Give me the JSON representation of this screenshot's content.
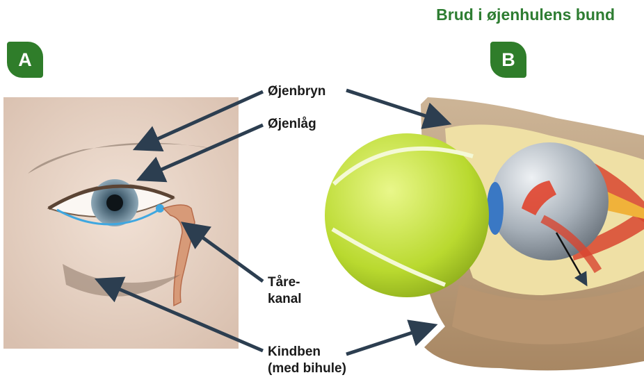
{
  "title": "Brud i øjenhulens bund",
  "panels": [
    {
      "badge": "A"
    },
    {
      "badge": "B"
    }
  ],
  "labels": {
    "eyebrow": "Øjenbryn",
    "eyelid": "Øjenlåg",
    "tear_duct_line1": "Tåre-",
    "tear_duct_line2": "kanal",
    "cheekbone_line1": "Kindben",
    "cheekbone_line2": "(med bihule)"
  },
  "colors": {
    "accent": "#2f7d2a",
    "title": "#2e7d32",
    "arrow": "#2c3e50"
  }
}
